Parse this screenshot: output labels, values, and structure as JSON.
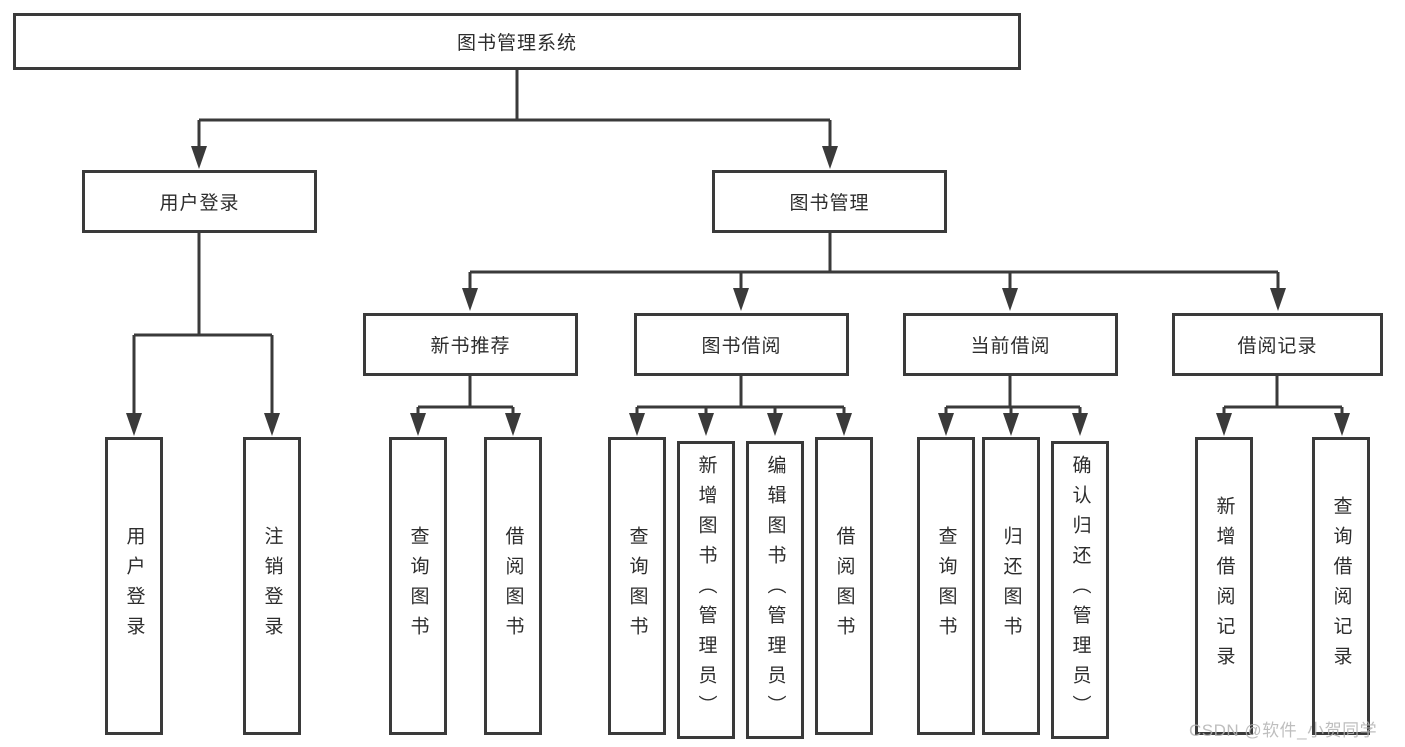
{
  "tree": {
    "label": "图书管理系统",
    "children": [
      {
        "label": "用户登录",
        "children": [
          {
            "label": "用户登录"
          },
          {
            "label": "注销登录"
          }
        ]
      },
      {
        "label": "图书管理",
        "children": [
          {
            "label": "新书推荐",
            "children": [
              {
                "label": "查询图书"
              },
              {
                "label": "借阅图书"
              }
            ]
          },
          {
            "label": "图书借阅",
            "children": [
              {
                "label": "查询图书"
              },
              {
                "label": "新增图书（管理员）"
              },
              {
                "label": "编辑图书（管理员）"
              },
              {
                "label": "借阅图书"
              }
            ]
          },
          {
            "label": "当前借阅",
            "children": [
              {
                "label": "查询图书"
              },
              {
                "label": "归还图书"
              },
              {
                "label": "确认归还（管理员）"
              }
            ]
          },
          {
            "label": "借阅记录",
            "children": [
              {
                "label": "新增借阅记录"
              },
              {
                "label": "查询借阅记录"
              }
            ]
          }
        ]
      }
    ]
  },
  "watermark": {
    "text": "CSDN @软件_小贺同学"
  },
  "colors": {
    "line": "#3a3a3a",
    "text": "#2d2d2d",
    "box-bg": "#ffffff",
    "background": "#ffffff",
    "watermark": "#b3b3b3"
  }
}
